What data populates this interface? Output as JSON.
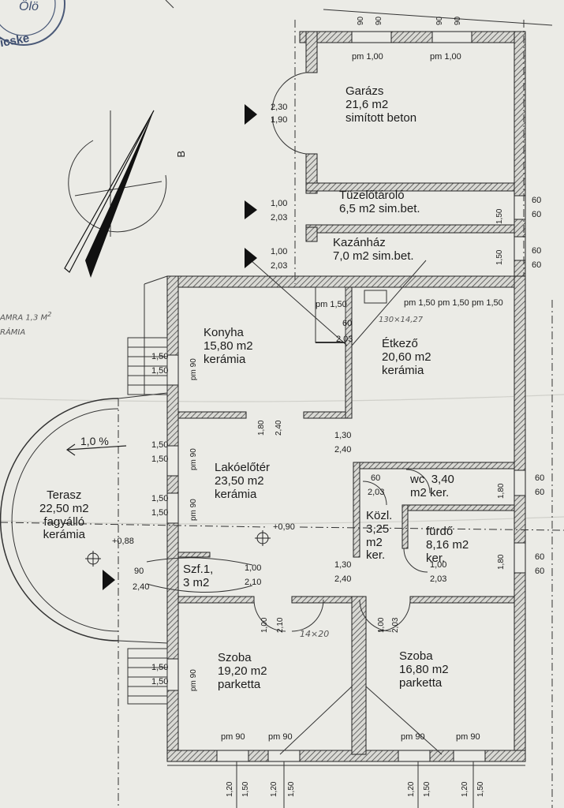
{
  "colors": {
    "paper": "#ebebe6",
    "ink": "#1c1c1c",
    "hatch": "#555555"
  },
  "stamp": {
    "text": "icske",
    "partial": "Ölö"
  },
  "section_marker": "B",
  "rooms": {
    "garazs": {
      "name": "Garázs",
      "area": "21,6 m2",
      "finish": "simított beton"
    },
    "tuzelo": {
      "name": "Tüzelőtároló",
      "area": "6,5 m2 sim.bet."
    },
    "kazan": {
      "name": "Kazánház",
      "area": "7,0 m2 sim.bet."
    },
    "konyha": {
      "name": "Konyha",
      "area": "15,80 m2",
      "finish": "kerámia"
    },
    "etkezo": {
      "name": "Étkező",
      "area": "20,60 m2",
      "finish": "kerámia"
    },
    "lakoeloter": {
      "name": "Lakóelőtér",
      "area": "23,50 m2",
      "finish": "kerámia"
    },
    "terasz": {
      "name": "Terasz",
      "area": "22,50 m2",
      "finish1": "fagyálló",
      "finish2": "kerámia"
    },
    "wc": {
      "name": "wc",
      "area": "3,40",
      "area2": "m2 ker."
    },
    "kozl": {
      "name": "Közl.",
      "area": "3,25",
      "unit": "m2",
      "finish": "ker."
    },
    "furdo": {
      "name": "fürdő",
      "area": "8,16 m2",
      "finish": "ker."
    },
    "szf": {
      "name": "Szf.1,",
      "area": "3 m2"
    },
    "szoba1": {
      "name": "Szoba",
      "area": "19,20 m2",
      "finish": "parketta"
    },
    "szoba2": {
      "name": "Szoba",
      "area": "16,80 m2",
      "finish": "parketta"
    }
  },
  "dims": {
    "top_90a": "90",
    "top_90b": "90",
    "top_90c": "90",
    "top_90d": "90",
    "pm100a": "pm 1,00",
    "pm100b": "pm 1,00",
    "d230": "2,30",
    "d190": "1,90",
    "d100a": "1,00",
    "d203a": "2,03",
    "d100b": "1,00",
    "d203b": "2,03",
    "r150a": "1,50",
    "r60a": "60",
    "r60b": "60",
    "r150b": "1,50",
    "r60c": "60",
    "r60d": "60",
    "pm150a": "pm 1,50",
    "pm150b": "pm 1,50",
    "pm150c": "pm 1,50",
    "pm150d": "pm 1,50",
    "d60a": "60",
    "d203c": "2,03",
    "l150a": "1,50",
    "l150b": "1,50",
    "l150c": "1,50",
    "l150d": "1,50",
    "l150e": "1,50",
    "l150f": "1,50",
    "l150g": "1,50",
    "l150h": "1,50",
    "pm90v1": "pm 90",
    "pm90v2": "pm 90",
    "pm90v3": "pm 90",
    "pm90v4": "pm 90",
    "d180": "1,80",
    "d240a": "2,40",
    "d130a": "1,30",
    "d240b": "2,40",
    "slope": "1,0 %",
    "lvl088": "+0,88",
    "lvl090": "+0,90",
    "wc60": "60",
    "wc203": "2,03",
    "r180a": "1,80",
    "r60e": "60",
    "r60f": "60",
    "d100c": "1,00",
    "d203d": "2,03",
    "r180b": "1,80",
    "r60g": "60",
    "r60h": "60",
    "d90": "90",
    "d240c": "2,40",
    "d100d": "1,00",
    "d210a": "2,10",
    "d130b": "1,30",
    "d240d": "2,40",
    "d100e": "1,00",
    "d210b": "2,10",
    "d100f": "1,00",
    "d203e": "2,03",
    "pm90h1": "pm 90",
    "pm90h2": "pm 90",
    "pm90h3": "pm 90",
    "pm90h4": "pm 90",
    "b120a": "1,20",
    "b150a": "1,50",
    "b120b": "1,20",
    "b150b": "1,50",
    "b120c": "1,20",
    "b150c": "1,50",
    "b120d": "1,20",
    "b150d": "1,50"
  },
  "notes": {
    "kamra1": "AMRA 1,3 M",
    "kamra_sup": "2",
    "kamra2": "RÁMIA",
    "window": "14×20",
    "etkezo_note": "130×14,27"
  }
}
